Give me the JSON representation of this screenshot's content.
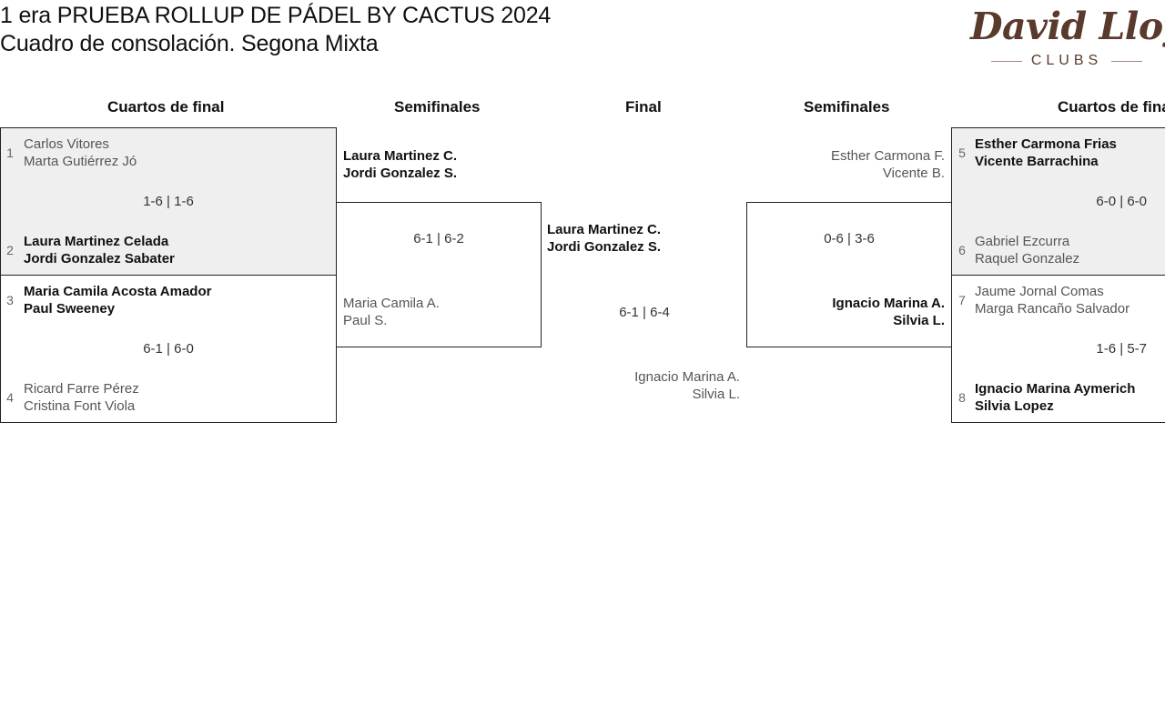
{
  "header": {
    "title_line1": "1 era PRUEBA ROLLUP DE PÁDEL BY CACTUS 2024",
    "title_line2": "Cuadro de consolación. Segona Mixta",
    "logo_script": "David Lloyd",
    "logo_sub": "CLUBS",
    "brand_color": "#5b3a2e"
  },
  "rounds": {
    "left_qf": "Cuartos de final",
    "left_sf": "Semifinales",
    "final": "Final",
    "right_sf": "Semifinales",
    "right_qf": "Cuartos de final"
  },
  "bracket": {
    "left_quarterfinals": [
      {
        "seed_top": "1",
        "team_top_l1": "Carlos Vitores",
        "team_top_l2": "Marta Gutiérrez Jó",
        "score": "1-6 | 1-6",
        "seed_bottom": "2",
        "team_bottom_l1": "Laura Martinez Celada",
        "team_bottom_l2": "Jordi Gonzalez Sabater",
        "winner": "bottom"
      },
      {
        "seed_top": "3",
        "team_top_l1": "Maria Camila Acosta Amador",
        "team_top_l2": "Paul Sweeney",
        "score": "6-1 | 6-0",
        "seed_bottom": "4",
        "team_bottom_l1": "Ricard Farre Pérez",
        "team_bottom_l2": "Cristina Font Viola",
        "winner": "top"
      }
    ],
    "left_semifinal": {
      "team_top_l1": "Laura Martinez C.",
      "team_top_l2": "Jordi Gonzalez S.",
      "score": "6-1 | 6-2",
      "team_bottom_l1": "Maria Camila A.",
      "team_bottom_l2": "Paul S.",
      "winner": "top"
    },
    "final_match": {
      "team_top_l1": "Laura Martinez C.",
      "team_top_l2": "Jordi Gonzalez S.",
      "score": "6-1 | 6-4",
      "team_bottom_l1": "Ignacio Marina A.",
      "team_bottom_l2": "Silvia L.",
      "winner": "top"
    },
    "right_semifinal": {
      "team_top_l1": "Esther Carmona F.",
      "team_top_l2": "Vicente B.",
      "score": "0-6 | 3-6",
      "team_bottom_l1": "Ignacio Marina A.",
      "team_bottom_l2": "Silvia L.",
      "winner": "bottom"
    },
    "right_quarterfinals": [
      {
        "seed_top": "5",
        "team_top_l1": "Esther Carmona Frias",
        "team_top_l2": "Vicente Barrachina",
        "score": "6-0 | 6-0",
        "seed_bottom": "6",
        "team_bottom_l1": "Gabriel Ezcurra",
        "team_bottom_l2": "Raquel Gonzalez",
        "winner": "top"
      },
      {
        "seed_top": "7",
        "team_top_l1": "Jaume Jornal Comas",
        "team_top_l2": "Marga Rancaño Salvador",
        "score": "1-6 | 5-7",
        "seed_bottom": "8",
        "team_bottom_l1": "Ignacio Marina Aymerich",
        "team_bottom_l2": "Silvia Lopez",
        "winner": "bottom"
      }
    ]
  }
}
